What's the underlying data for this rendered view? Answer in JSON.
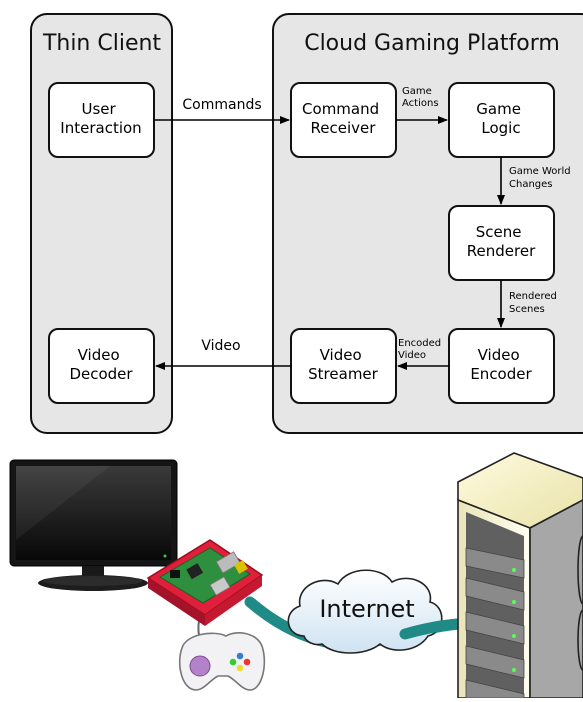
{
  "diagram": {
    "panels": {
      "thin_client": "Thin Client",
      "cloud_platform": "Cloud Gaming Platform"
    },
    "boxes": {
      "user_interaction": [
        "User",
        "Interaction"
      ],
      "command_receiver": [
        "Command",
        "Receiver"
      ],
      "game_logic": [
        "Game",
        "Logic"
      ],
      "scene_renderer": [
        "Scene",
        "Renderer"
      ],
      "video_encoder": [
        "Video",
        "Encoder"
      ],
      "video_streamer": [
        "Video",
        "Streamer"
      ],
      "video_decoder": [
        "Video",
        "Decoder"
      ]
    },
    "edges": {
      "commands": "Commands",
      "game_actions": [
        "Game",
        "Actions"
      ],
      "game_world_changes": [
        "Game World",
        "Changes"
      ],
      "rendered_scenes": [
        "Rendered",
        "Scenes"
      ],
      "encoded_video": [
        "Encoded",
        "Video"
      ],
      "video": "Video"
    }
  },
  "illustration": {
    "internet_label": "Internet",
    "icons": [
      "monitor-icon",
      "raspberry-pi-icon",
      "gamepad-icon",
      "cloud-icon",
      "server-rack-icon"
    ]
  }
}
